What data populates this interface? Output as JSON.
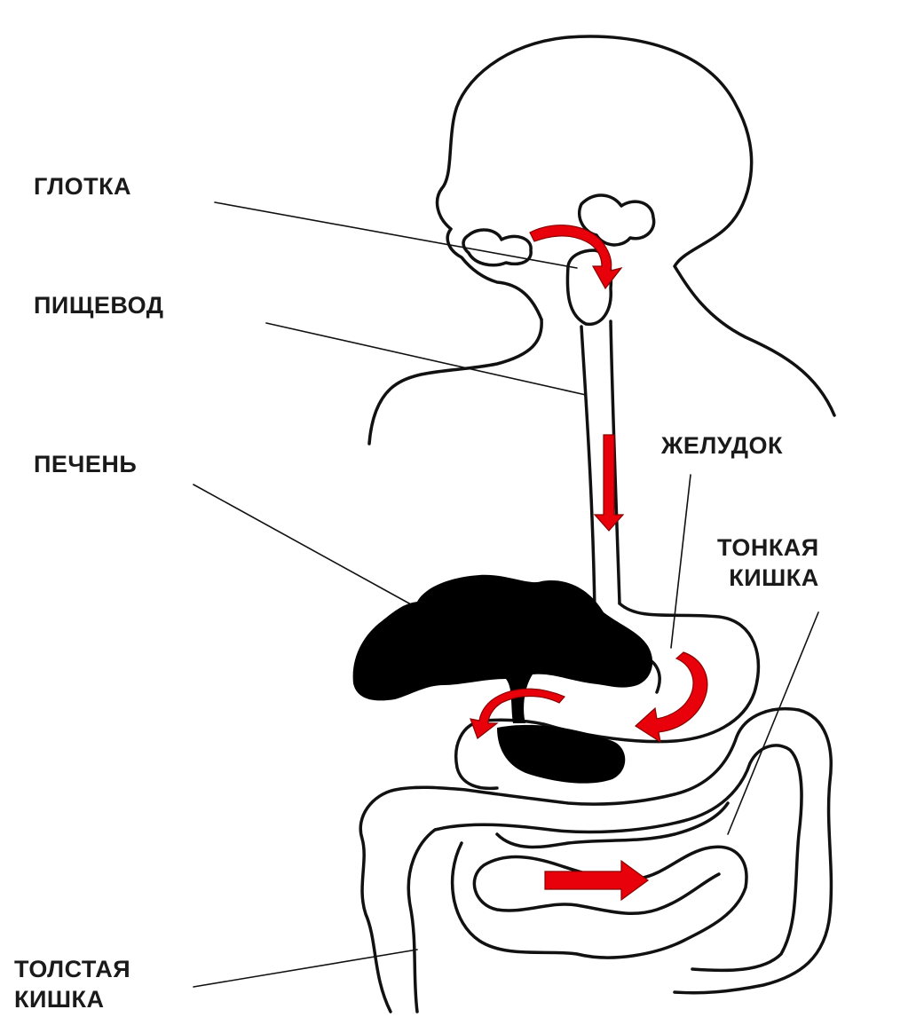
{
  "labels": {
    "pharynx": "ГЛОТКА",
    "esophagus": "ПИЩЕВОД",
    "liver": "ПЕЧЕНЬ",
    "stomach": "ЖЕЛУДОК",
    "small_intestine": [
      "ТОНКАЯ",
      "КИШКА"
    ],
    "large_intestine": [
      "ТОЛСТАЯ",
      "КИШКА"
    ]
  },
  "colors": {
    "arrow": "#e8000b",
    "outline": "#111111",
    "organ_fill": "#000000",
    "background": "#ffffff"
  }
}
